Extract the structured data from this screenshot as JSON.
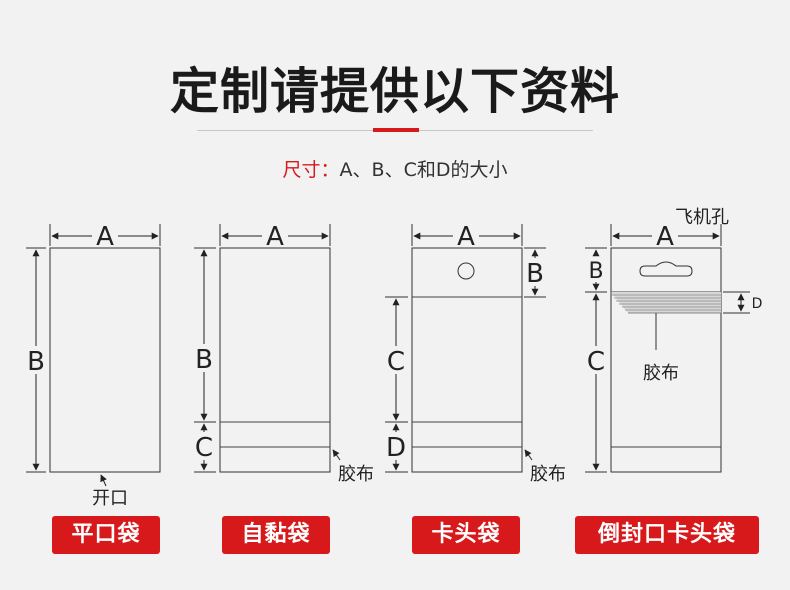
{
  "header": {
    "title": "定制请提供以下资料",
    "subtitle_label": "尺寸：",
    "subtitle_text": "A、B、C和D的大小"
  },
  "colors": {
    "accent": "#d7191c"
  },
  "bags": [
    {
      "name": "平口袋",
      "labels": {
        "width": "A",
        "height": "B",
        "opening": "开口"
      }
    },
    {
      "name": "自黏袋",
      "labels": {
        "width": "A",
        "body": "B",
        "flap": "C",
        "tape": "胶布"
      }
    },
    {
      "name": "卡头袋",
      "labels": {
        "width": "A",
        "header": "B",
        "body": "C",
        "flap": "D",
        "tape": "胶布"
      }
    },
    {
      "name": "倒封口卡头袋",
      "labels": {
        "width": "A",
        "header": "B",
        "body": "C",
        "tape_width": "D",
        "hang_hole": "飞机孔",
        "tape": "胶布"
      }
    }
  ]
}
